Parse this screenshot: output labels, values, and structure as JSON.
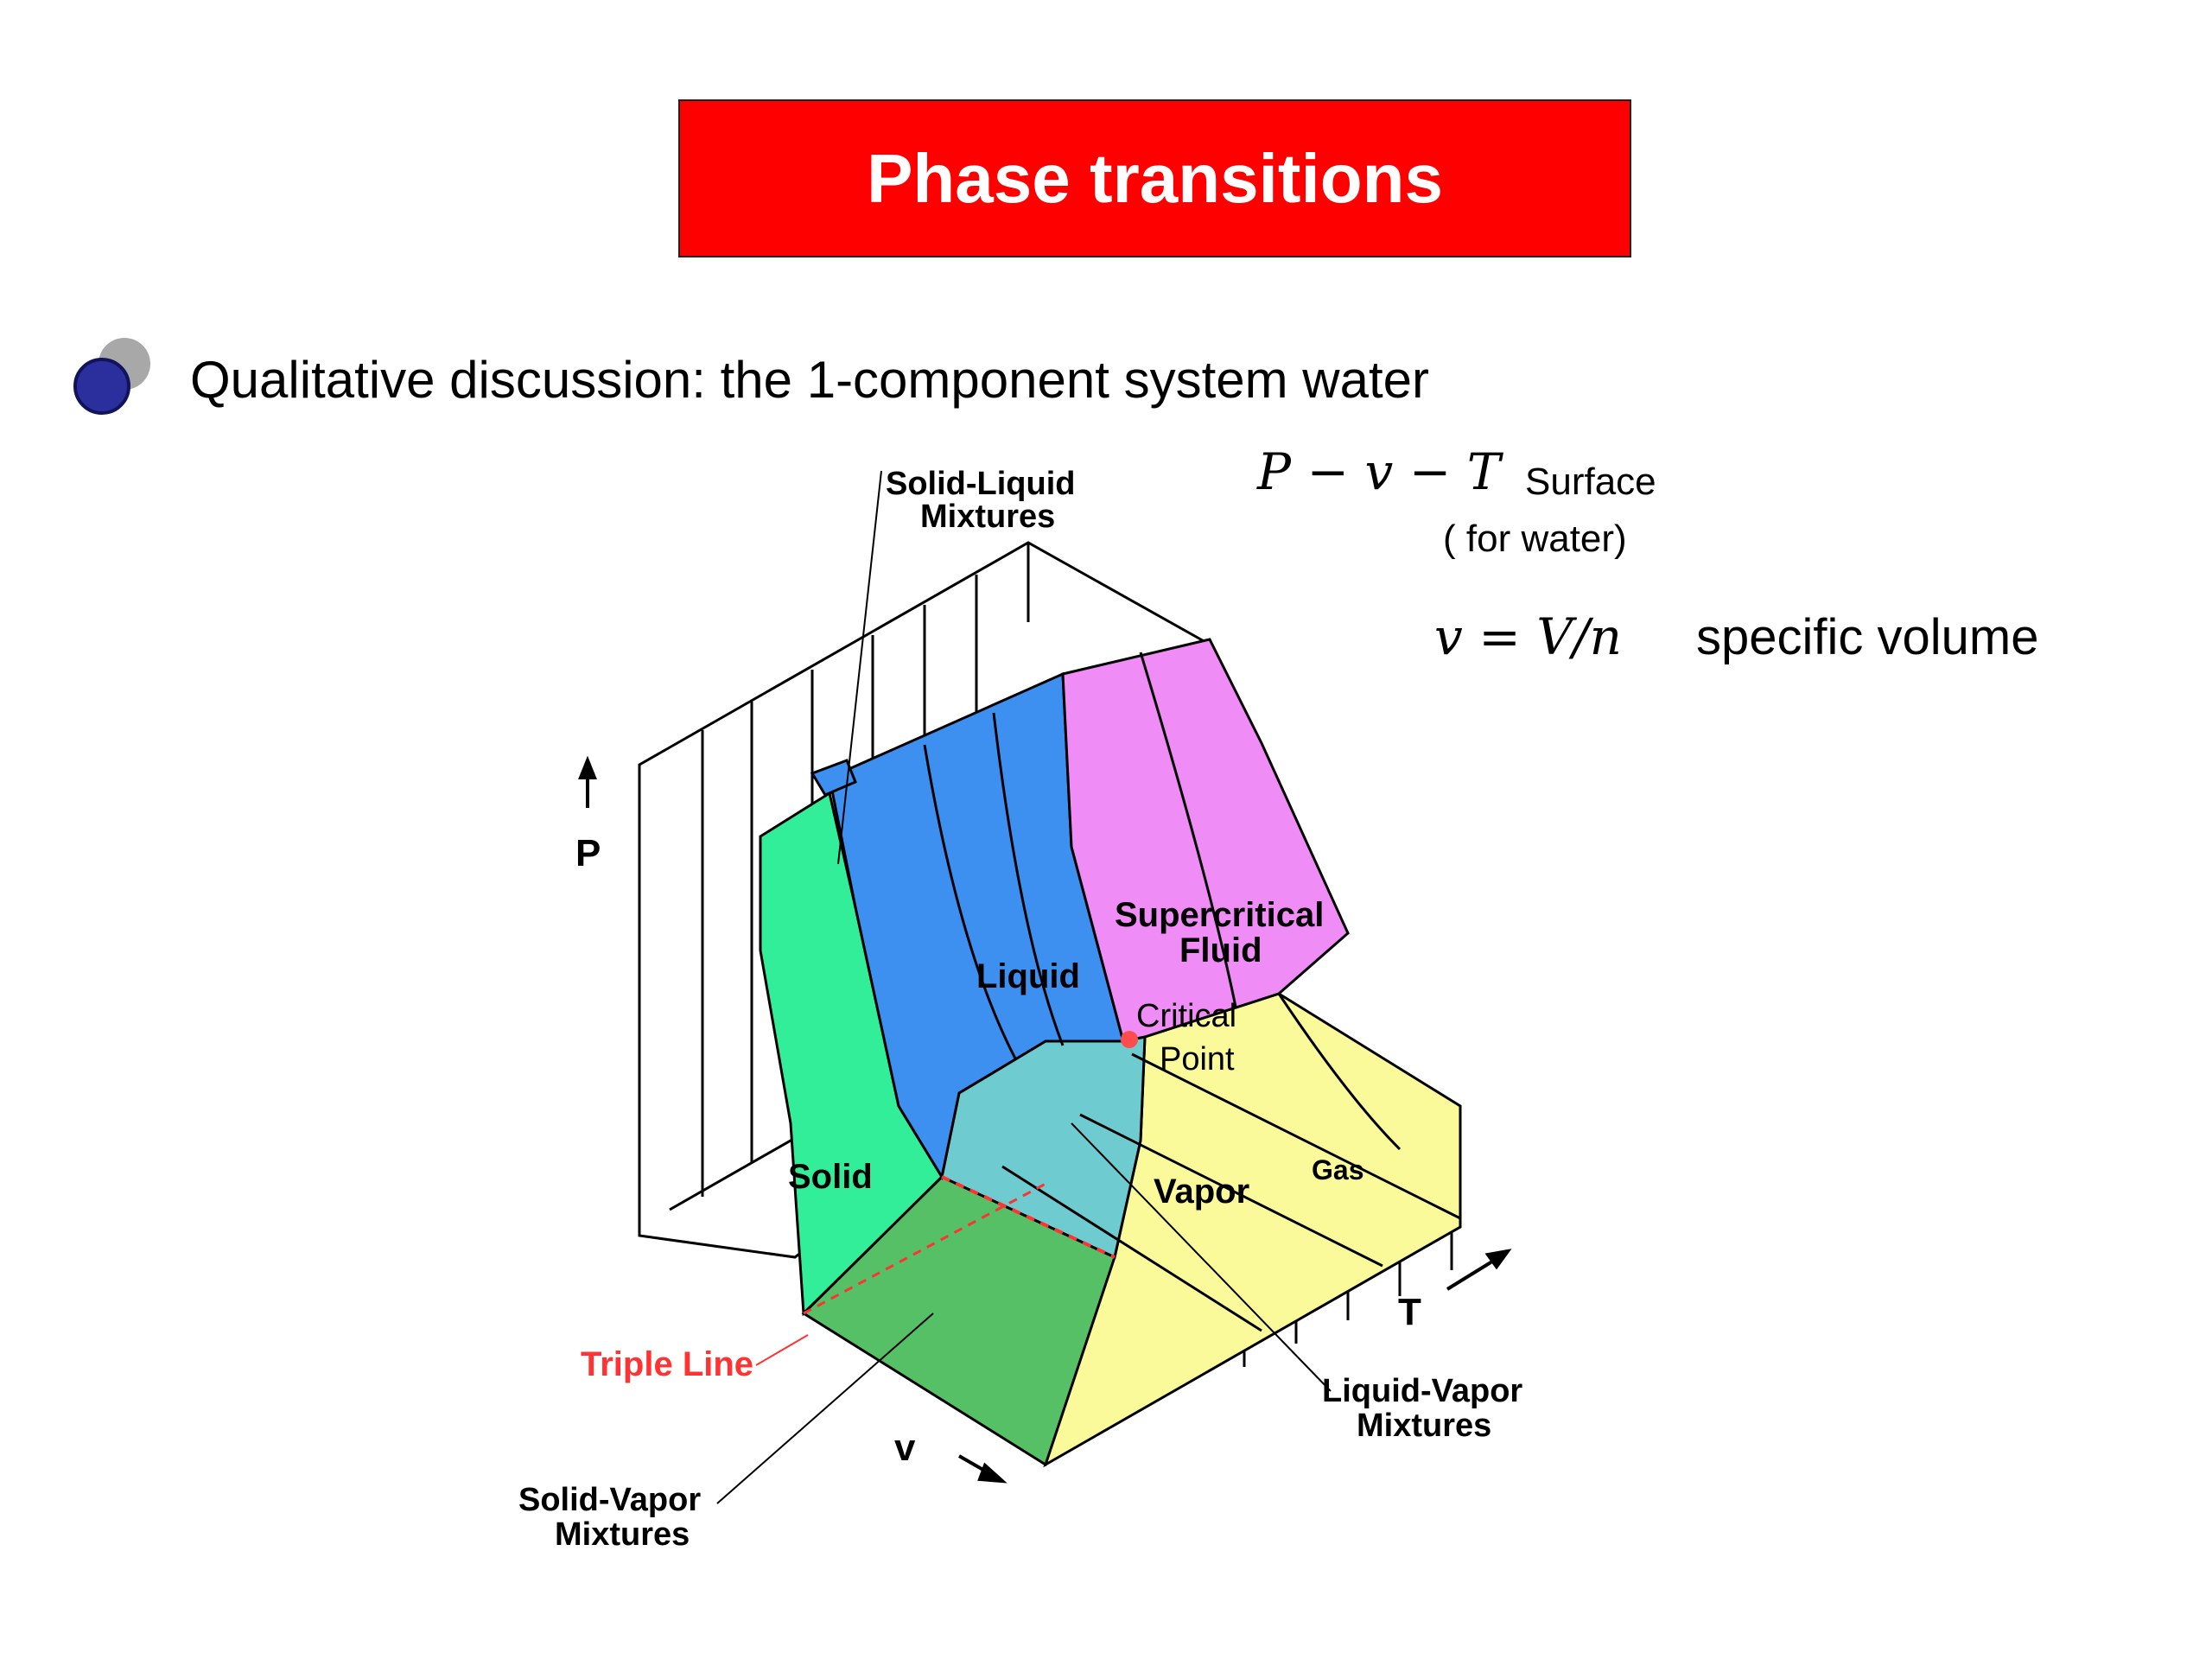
{
  "slide": {
    "title": "Phase transitions",
    "bullet": "Qualitative discussion: the 1-component system water"
  },
  "surface": {
    "math": "P − v − T",
    "surface_word": "Surface",
    "for_water": "( for water)",
    "spec_math": "v = V/n",
    "spec_text": "specific volume"
  },
  "axes": {
    "p": "P",
    "t": "T",
    "v": "v"
  },
  "regions": {
    "solid": "Solid",
    "liquid": "Liquid",
    "supercritical_1": "Supercritical",
    "supercritical_2": "Fluid",
    "vapor": "Vapor",
    "gas": "Gas"
  },
  "callouts": {
    "solid_liquid_1": "Solid-Liquid",
    "solid_liquid_2": "Mixtures",
    "critical_1": "Critical",
    "critical_2": "Point",
    "triple": "Triple Line",
    "solid_vapor_1": "Solid-Vapor",
    "solid_vapor_2": "Mixtures",
    "liquid_vapor_1": "Liquid-Vapor",
    "liquid_vapor_2": "Mixtures"
  },
  "colors": {
    "title_bg": "#ff0000",
    "solid": "#33ee99",
    "liquid": "#3d8ff0",
    "supercritical": "#f08cf5",
    "vapor_gas": "#fafa9a",
    "liquid_vapor": "#6ecbd0",
    "solid_vapor": "#55c066",
    "triple_line": "#ff3333",
    "bullet": "#2b2f9e"
  }
}
